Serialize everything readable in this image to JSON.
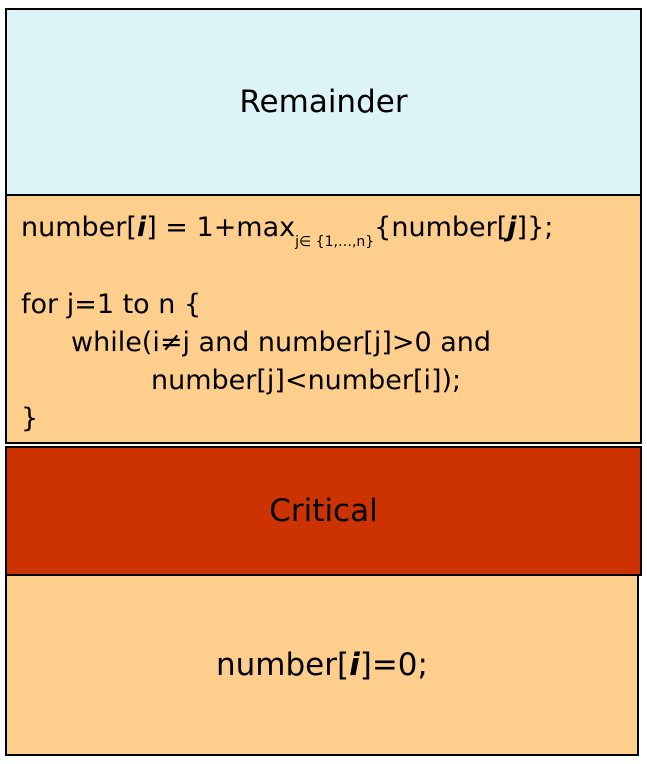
{
  "sections": {
    "remainder_label": "Remainder",
    "critical_label": "Critical"
  },
  "entry_code": {
    "line1_prefix": "number[",
    "line1_i": "i",
    "line1_mid": "] = 1+max",
    "line1_sub": "j∈ {1,…,n}",
    "line1_brace_open": "{number[",
    "line1_j": "j",
    "line1_suffix": "]};",
    "line2": "for j=1 to n {",
    "line3": "while(i≠j and number[j]>0 and",
    "line4": "number[j]<number[i]);",
    "line5": "}"
  },
  "exit_code": {
    "prefix": "number[",
    "i": "i",
    "suffix": "]=0;"
  },
  "colors": {
    "remainder_bg": "#dcf3f8",
    "entry_bg": "#fece8c",
    "critical_bg": "#cc3300",
    "exit_bg": "#fece8c"
  }
}
